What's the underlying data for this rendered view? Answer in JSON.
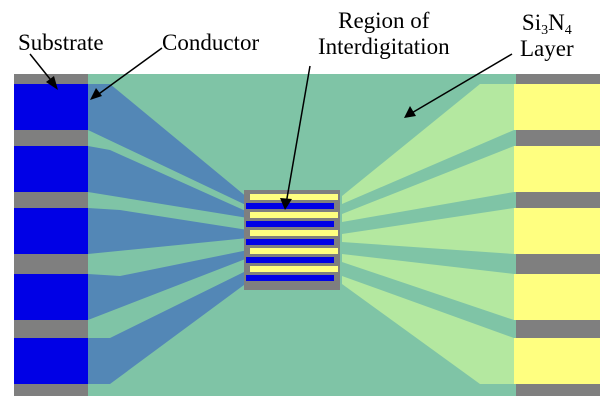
{
  "labels": {
    "substrate": "Substrate",
    "conductor": "Conductor",
    "region_line1": "Region of",
    "region_line2": "Interdigitation",
    "si": "Si",
    "si_sub": "3",
    "n": "N",
    "n_sub": "4",
    "layer": "Layer"
  },
  "colors": {
    "substrate_gray": "#7f7f7f",
    "conductor_blue": "#0000e6",
    "layer_green": "#7fc4a6",
    "layer_light": "#b4e8a0",
    "pad_yellow": "#ffff80",
    "trace_dark": "#4f81b8"
  }
}
